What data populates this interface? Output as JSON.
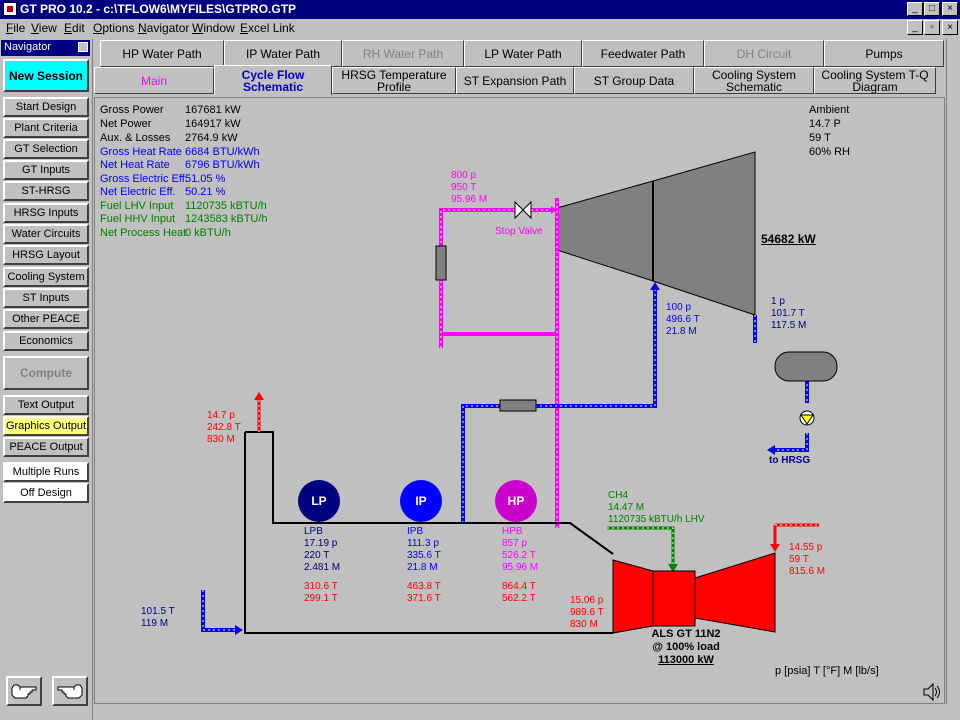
{
  "window": {
    "title": "GT PRO 10.2 - c:\\TFLOW6\\MYFILES\\GTPRO.GTP"
  },
  "menu": [
    "File",
    "View",
    "Edit",
    "Options",
    "Navigator",
    "Window",
    "Excel Link"
  ],
  "navigator": {
    "header": "Navigator",
    "new_session": "New Session",
    "items": [
      "Start Design",
      "Plant Criteria",
      "GT Selection",
      "GT Inputs",
      "ST-HRSG",
      "HRSG Inputs",
      "Water Circuits",
      "HRSG Layout",
      "Cooling System",
      "ST Inputs",
      "Other PEACE",
      "Economics"
    ],
    "compute": "Compute",
    "outputs": [
      "Text Output",
      "Graphics Output",
      "PEACE Output"
    ],
    "extra": [
      "Multiple Runs",
      "Off Design"
    ]
  },
  "tabs": {
    "row1": [
      "HP Water Path",
      "IP Water Path",
      "RH Water Path",
      "LP Water Path",
      "Feedwater Path",
      "DH Circuit",
      "Pumps"
    ],
    "row2": [
      "Main",
      "Cycle Flow\nSchematic",
      "HRSG Temperature\nProfile",
      "ST Expansion Path",
      "ST Group Data",
      "Cooling System\nSchematic",
      "Cooling System T-Q\nDiagram"
    ]
  },
  "summary": {
    "gross_power": {
      "label": "Gross Power",
      "value": "167681 kW"
    },
    "net_power": {
      "label": "Net Power",
      "value": "164917 kW"
    },
    "aux_losses": {
      "label": "Aux. & Losses",
      "value": "2764.9 kW"
    },
    "gross_heat_rate": {
      "label": "Gross Heat Rate",
      "value": "6684 BTU/kWh"
    },
    "net_heat_rate": {
      "label": "Net Heat Rate",
      "value": "6796 BTU/kWh"
    },
    "gross_elec_eff": {
      "label": "Gross Electric Eff.",
      "value": "51.05 %"
    },
    "net_elec_eff": {
      "label": "Net Electric Eff.",
      "value": "50.21 %"
    },
    "fuel_lhv": {
      "label": "Fuel LHV Input",
      "value": "1120735 kBTU/h"
    },
    "fuel_hhv": {
      "label": "Fuel HHV Input",
      "value": "1243583 kBTU/h"
    },
    "net_process_heat": {
      "label": "Net Process Heat",
      "value": "0 kBTU/h"
    }
  },
  "ambient": {
    "label": "Ambient",
    "p": "14.7 P",
    "t": "59 T",
    "rh": "60% RH"
  },
  "steam_turbine": {
    "inlet": {
      "p": "800 p",
      "t": "950 T",
      "m": "95.96 M"
    },
    "stop_valve": "Stop Valve",
    "power": "54682 kW",
    "ip_admission": {
      "p": "100 p",
      "t": "496.6 T",
      "m": "21.8 M"
    },
    "exhaust": {
      "p": "1 p",
      "t": "101.7 T",
      "m": "117.5 M"
    },
    "to_hrsg": "to HRSG"
  },
  "stack": {
    "p": "14.7 p",
    "t": "242.8 T",
    "m": "830 M"
  },
  "drums": {
    "lp": {
      "symbol": "LP",
      "name": "LPB",
      "p": "17.19 p",
      "t": "220 T",
      "m": "2.481 M",
      "t1": "310.6 T",
      "t2": "299.1 T"
    },
    "ip": {
      "symbol": "IP",
      "name": "IPB",
      "p": "111.3 p",
      "t": "335.6 T",
      "m": "21.8 M",
      "t1": "463.8 T",
      "t2": "371.6 T"
    },
    "hp": {
      "symbol": "HP",
      "name": "HPB",
      "p": "857 p",
      "t": "526.2 T",
      "m": "95.96 M",
      "t1": "864.4 T",
      "t2": "562.2 T"
    }
  },
  "feedwater": {
    "t": "101.5 T",
    "m": "119 M"
  },
  "fuel": {
    "name": "CH4",
    "m": "14.47 M",
    "lhv": "1120735 kBTU/h LHV"
  },
  "gt_exhaust": {
    "p": "15.06 p",
    "t": "989.6 T",
    "m": "830 M"
  },
  "gt_inlet": {
    "p": "14.55 p",
    "t": "59 T",
    "m": "815.6 M"
  },
  "gas_turbine": {
    "model": "ALS GT 11N2",
    "load": "@ 100% load",
    "power": "113000 kW"
  },
  "units_note": "p [psia]  T [°F]  M [lb/s]",
  "colors": {
    "gas": "#ff0000",
    "hp_steam": "#ff00ff",
    "ip_steam": "#0000ff",
    "fuel": "#008000",
    "lp_drum": "#000080"
  },
  "icons": [
    "hand-left-icon",
    "hand-right-icon",
    "speaker-icon",
    "stop-valve-icon",
    "pump-icon"
  ]
}
